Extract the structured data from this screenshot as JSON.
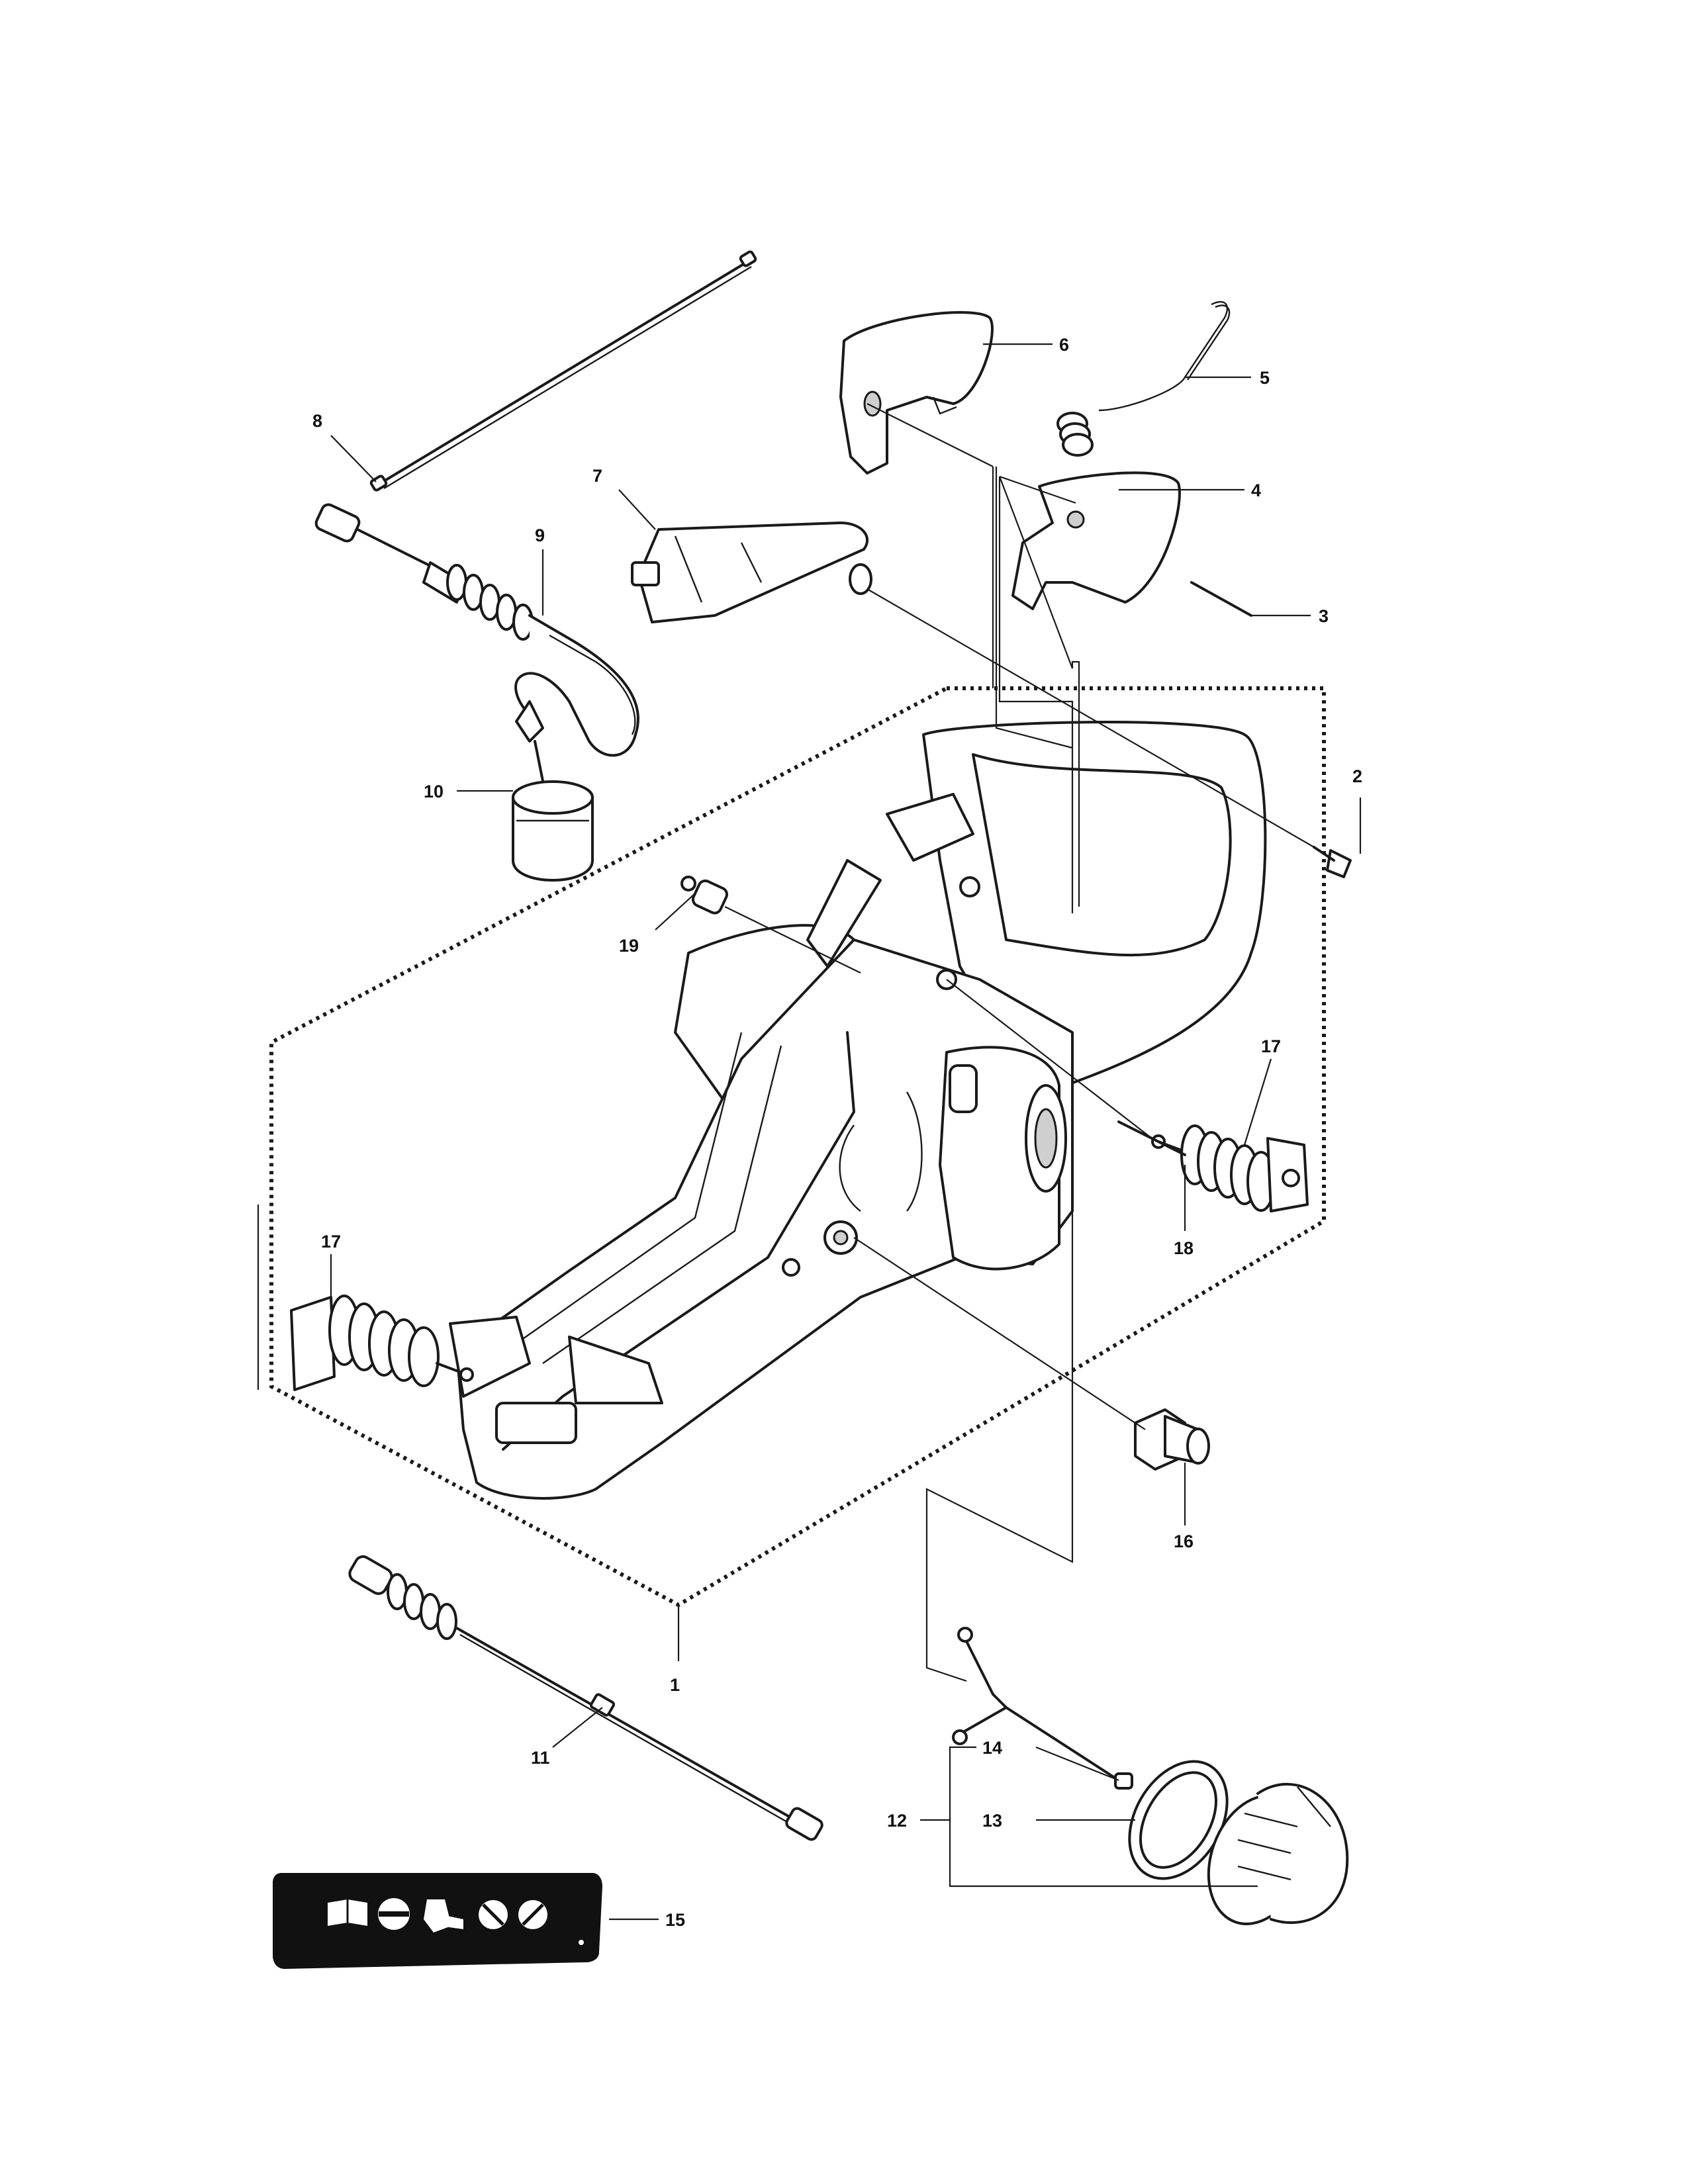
{
  "diagram": {
    "callouts": [
      {
        "number": "1",
        "part": "chassis-handle-assembly"
      },
      {
        "number": "2",
        "part": "screw"
      },
      {
        "number": "3",
        "part": "pin"
      },
      {
        "number": "4",
        "part": "throttle-lockout"
      },
      {
        "number": "5",
        "part": "spring-wire"
      },
      {
        "number": "6",
        "part": "throttle-trigger"
      },
      {
        "number": "7",
        "part": "choke-lever"
      },
      {
        "number": "8",
        "part": "throttle-rod"
      },
      {
        "number": "9",
        "part": "fuel-hose"
      },
      {
        "number": "10",
        "part": "fuel-filter"
      },
      {
        "number": "11",
        "part": "impulse-hose"
      },
      {
        "number": "12",
        "part": "fuel-cap-assembly"
      },
      {
        "number": "13",
        "part": "seal-ring"
      },
      {
        "number": "14",
        "part": "retainer-strap"
      },
      {
        "number": "15",
        "part": "warning-decal"
      },
      {
        "number": "16",
        "part": "grommet"
      },
      {
        "number": "17",
        "part": "anti-vibration-spring"
      },
      {
        "number": "18",
        "part": "pin"
      },
      {
        "number": "19",
        "part": "plug"
      }
    ],
    "decal_icons": [
      "manual-icon",
      "helmet-icon",
      "glove-icon",
      "no-chain-icon",
      "no-chain-icon"
    ]
  }
}
